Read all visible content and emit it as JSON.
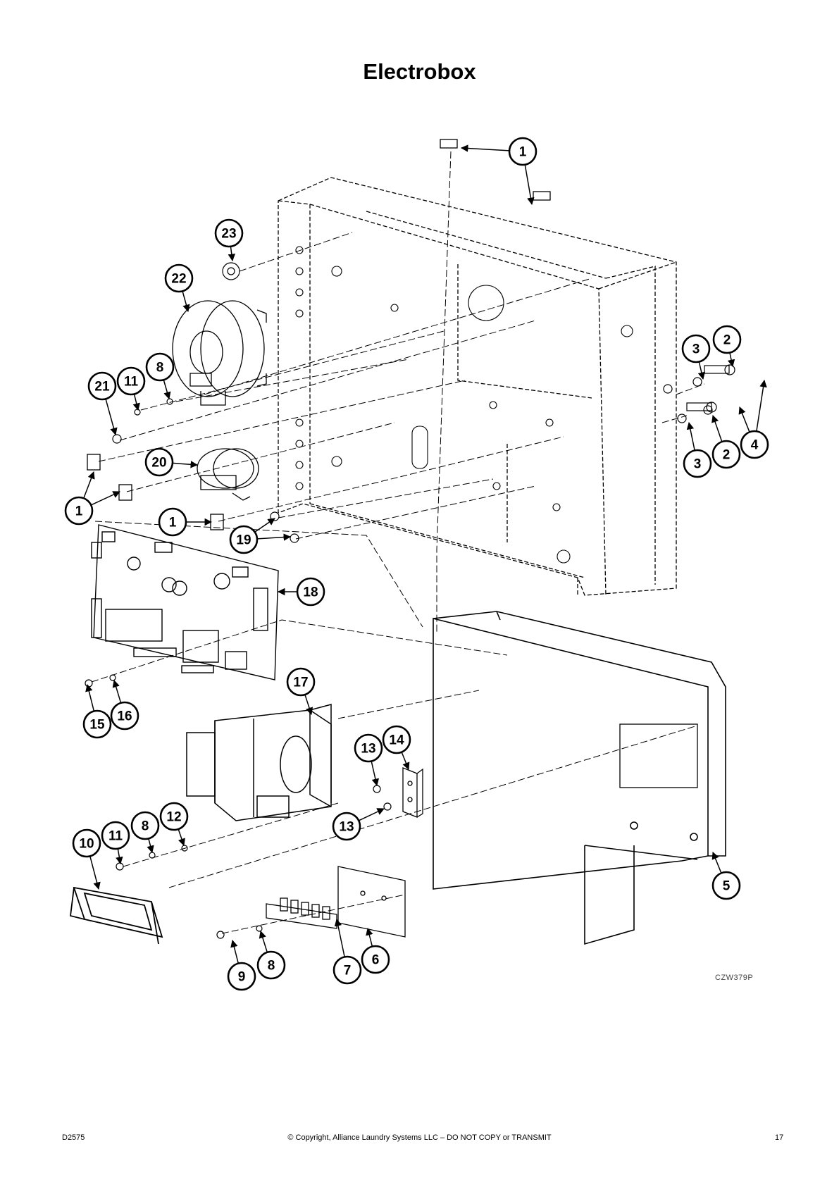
{
  "title": "Electrobox",
  "drawing_code": "CZW379P",
  "footer": {
    "doc_id": "D2575",
    "copyright": "© Copyright, Alliance Laundry Systems LLC – DO NOT COPY or TRANSMIT",
    "page_number": "17"
  },
  "callouts": [
    {
      "label": "1"
    },
    {
      "label": "1"
    },
    {
      "label": "1"
    },
    {
      "label": "2"
    },
    {
      "label": "2"
    },
    {
      "label": "3"
    },
    {
      "label": "3"
    },
    {
      "label": "4"
    },
    {
      "label": "5"
    },
    {
      "label": "6"
    },
    {
      "label": "7"
    },
    {
      "label": "8"
    },
    {
      "label": "8"
    },
    {
      "label": "8"
    },
    {
      "label": "9"
    },
    {
      "label": "10"
    },
    {
      "label": "11"
    },
    {
      "label": "11"
    },
    {
      "label": "12"
    },
    {
      "label": "13"
    },
    {
      "label": "13"
    },
    {
      "label": "14"
    },
    {
      "label": "15"
    },
    {
      "label": "16"
    },
    {
      "label": "17"
    },
    {
      "label": "18"
    },
    {
      "label": "19"
    },
    {
      "label": "20"
    },
    {
      "label": "21"
    },
    {
      "label": "22"
    },
    {
      "label": "23"
    }
  ]
}
